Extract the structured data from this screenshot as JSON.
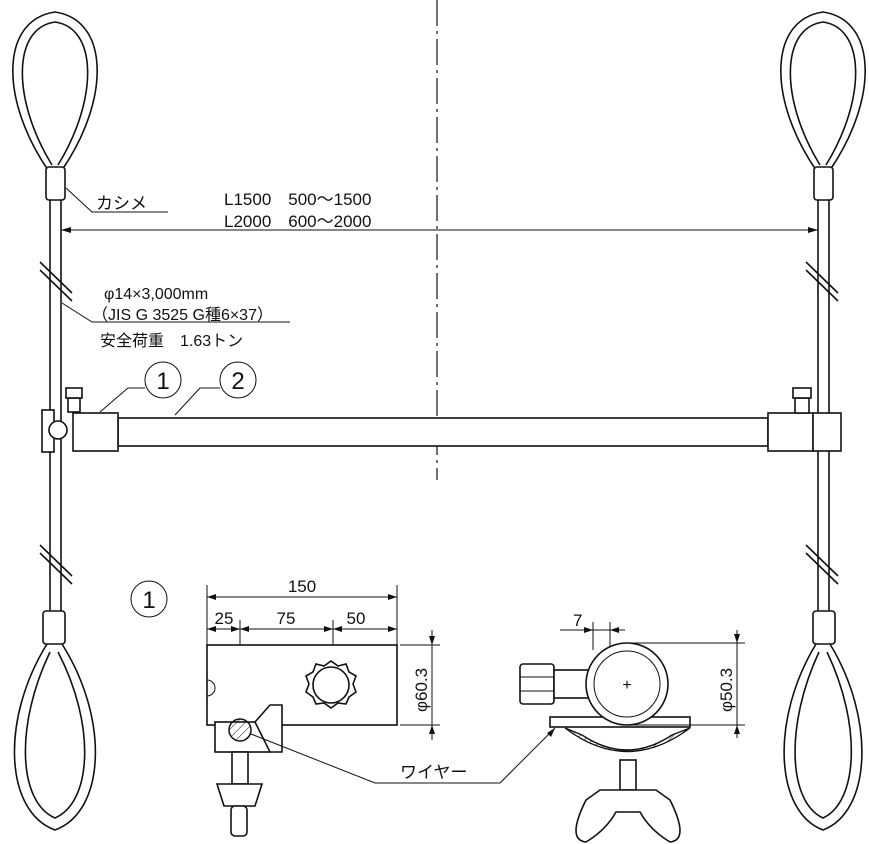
{
  "labels": {
    "kashime": "カシメ",
    "span_l1500": "L1500　500〜1500",
    "span_l2000": "L2000　600〜2000",
    "wire_spec": "φ14×3,000mm",
    "wire_jis": "（JIS G 3525 G種6×37）",
    "safe_load": "安全荷重　1.63トン",
    "part1": "1",
    "part2": "2",
    "detail_mark": "1",
    "dim_150": "150",
    "dim_25": "25",
    "dim_75": "75",
    "dim_50": "50",
    "dim_phi60": "φ60.3",
    "dim_7": "7",
    "dim_phi50": "φ50.3",
    "wire_label": "ワイヤー",
    "plus": "+"
  }
}
